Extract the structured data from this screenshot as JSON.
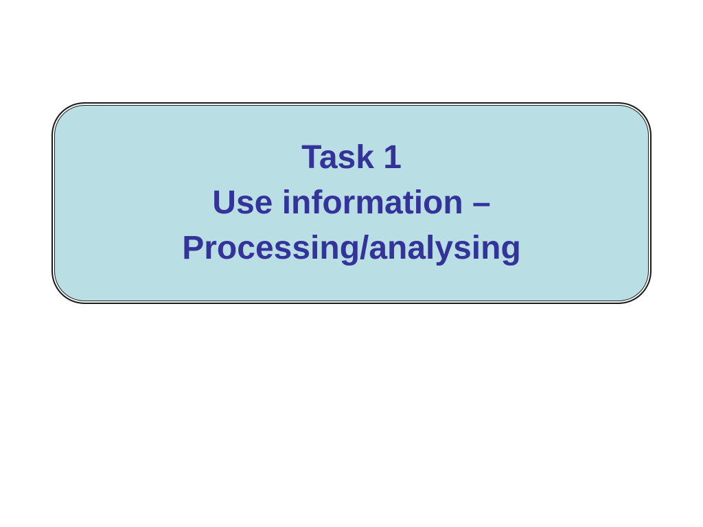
{
  "slide": {
    "title_lines": [
      "Task 1",
      "Use information –",
      "Processing/analysing"
    ],
    "colors": {
      "text": "#33339a",
      "box_fill": "#b9dfe4",
      "box_border": "#1a1a1a",
      "background": "#ffffff"
    }
  }
}
